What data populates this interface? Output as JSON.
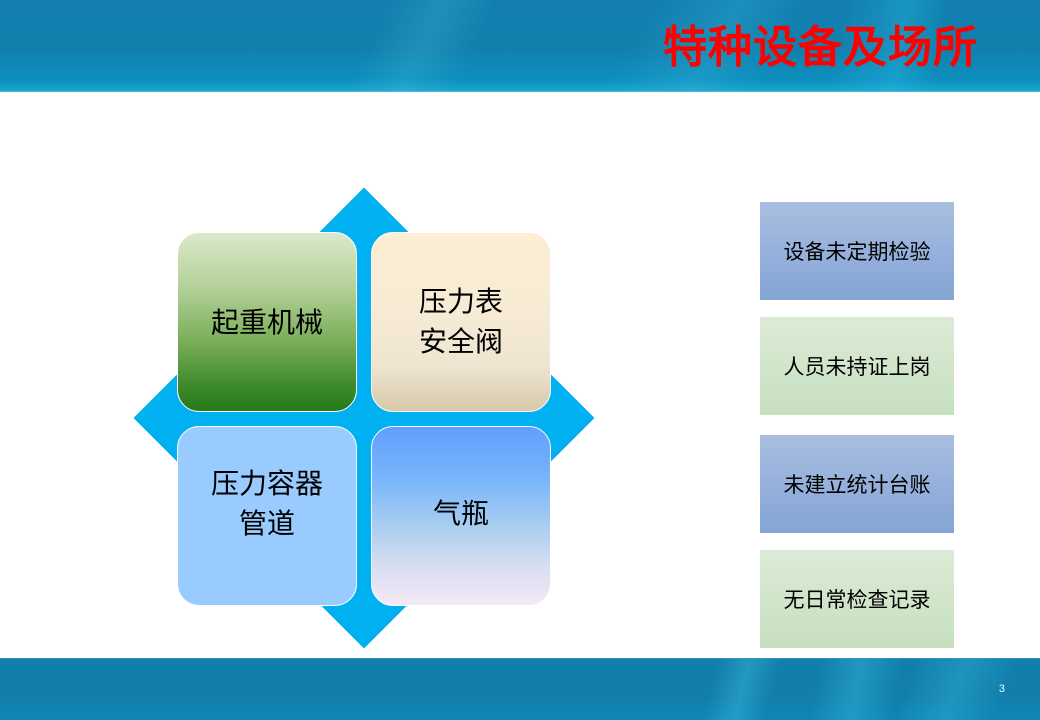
{
  "header": {
    "title": "特种设备及场所"
  },
  "diagram": {
    "accent_color": "#00b0f0",
    "quadrants": [
      {
        "lines": [
          "起重机械"
        ],
        "color_top": "#dbe9cc",
        "color_bottom": "#257a19"
      },
      {
        "lines": [
          "压力表",
          "安全阀"
        ],
        "color_top": "#fcedd3",
        "color_bottom": "#d7c8a8"
      },
      {
        "lines": [
          "压力容器",
          "管道"
        ],
        "color_top": "#99cbff",
        "color_bottom": "#99cbff"
      },
      {
        "lines": [
          "气瓶"
        ],
        "color_top": "#5f9ffc",
        "color_bottom": "#f5e9f7"
      }
    ]
  },
  "issues": [
    {
      "label": "设备未定期检验",
      "color": "#93aedb"
    },
    {
      "label": "人员未持证上岗",
      "color": "#cfe4c9"
    },
    {
      "label": "未建立统计台账",
      "color": "#93aedb"
    },
    {
      "label": "无日常检查记录",
      "color": "#cfe4c9"
    }
  ],
  "footer": {
    "page_number": "3"
  }
}
